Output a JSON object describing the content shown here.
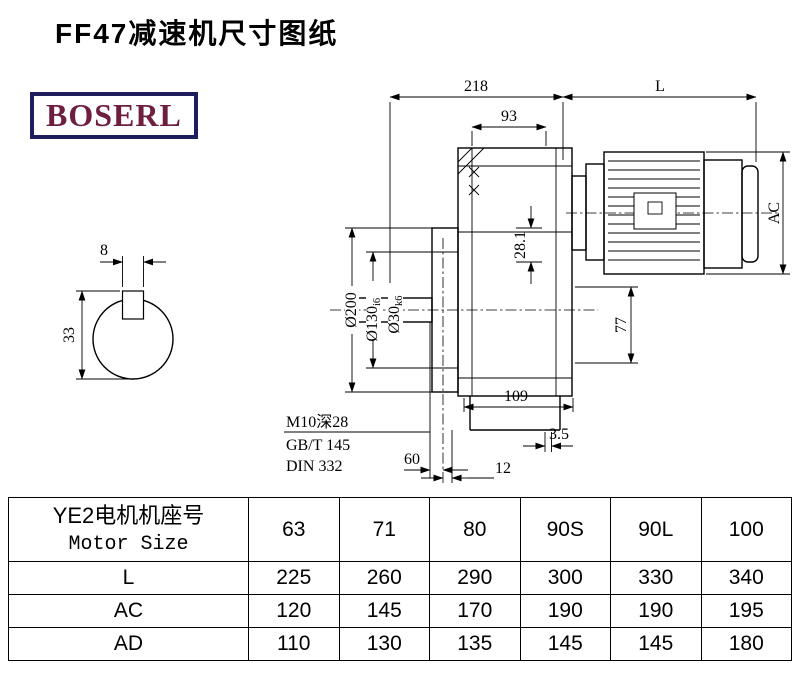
{
  "page": {
    "title": "FF47减速机尺寸图纸"
  },
  "logo": {
    "text": "BOSERL"
  },
  "drawing": {
    "dim_218": "218",
    "dim_L": "L",
    "dim_93": "93",
    "dim_AC": "AC",
    "dim_8": "8",
    "dim_33": "33",
    "dim_28_1": "28.1",
    "dim_200": "Ø200",
    "dim_130_main": "Ø130",
    "dim_130_sub": "i6",
    "dim_30_main": "Ø30",
    "dim_30_sub": "k6",
    "dim_77": "77",
    "dim_109": "109",
    "dim_3_5": "3.5",
    "dim_60": "60",
    "dim_12": "12",
    "note_thread": "M10深28",
    "note_gb": "GB/T 145",
    "note_din": "DIN 332"
  },
  "table": {
    "header_line1": "YE2电机机座号",
    "header_line2": "Motor Size",
    "motor_sizes": [
      "63",
      "71",
      "80",
      "90S",
      "90L",
      "100"
    ],
    "rows": [
      {
        "label": "L",
        "values": [
          "225",
          "260",
          "290",
          "300",
          "330",
          "340"
        ]
      },
      {
        "label": "AC",
        "values": [
          "120",
          "145",
          "170",
          "190",
          "190",
          "195"
        ]
      },
      {
        "label": "AD",
        "values": [
          "110",
          "130",
          "135",
          "145",
          "145",
          "180"
        ]
      }
    ]
  }
}
